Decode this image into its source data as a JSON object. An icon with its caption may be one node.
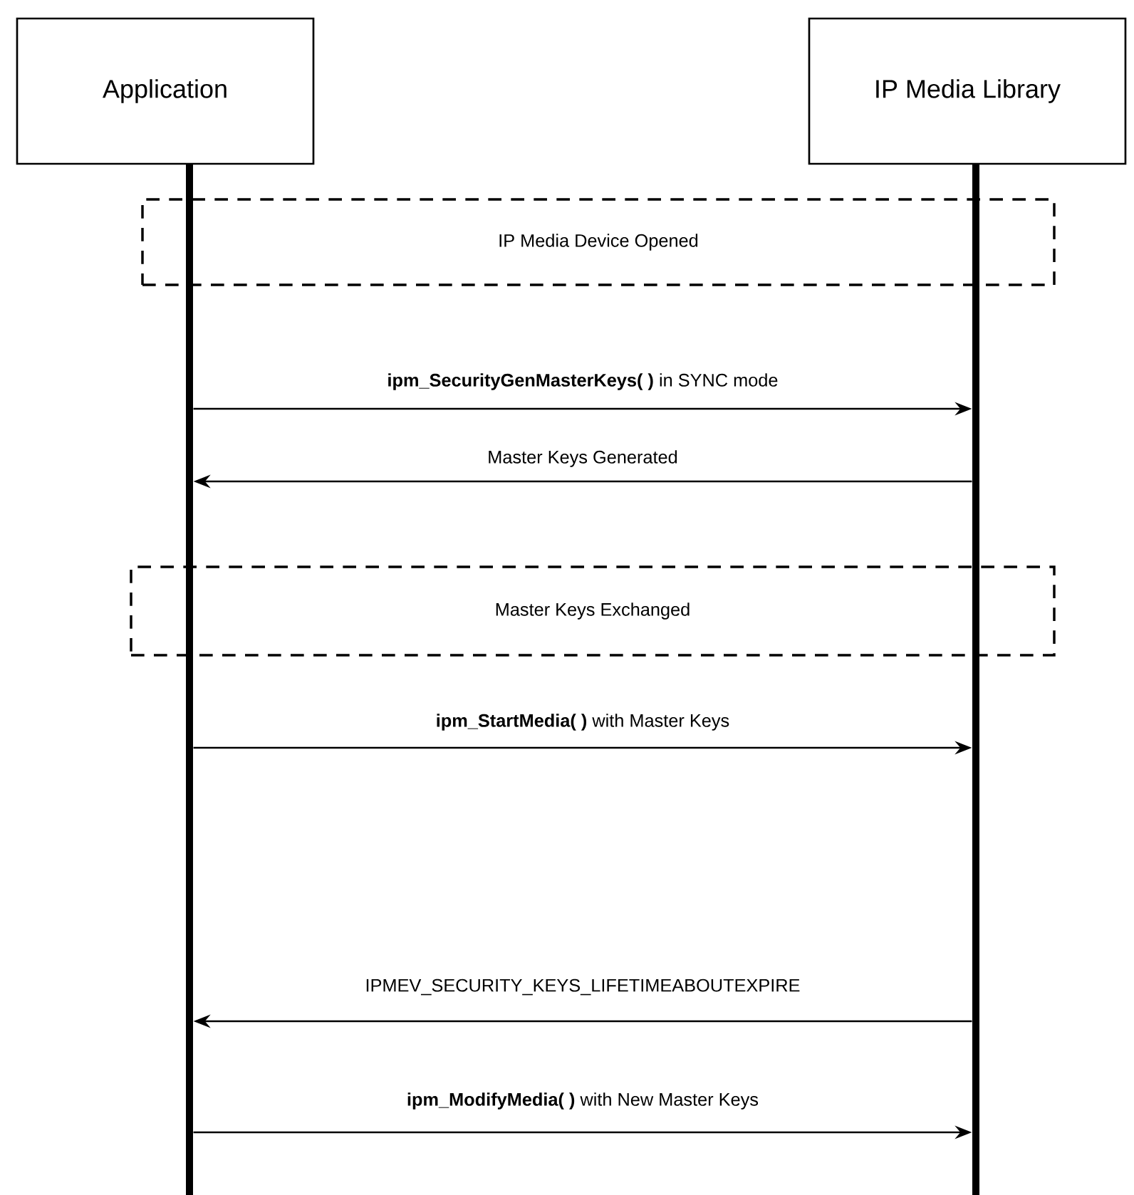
{
  "diagram": {
    "nodes": [
      {
        "text": [
          "Application"
        ]
      },
      {
        "text": [
          "IP Media Library"
        ]
      },
      {
        "text": [],
        "shape": "bar"
      },
      {
        "text": [],
        "shape": "bar"
      },
      {
        "text": [
          "IP Media Device Opened"
        ]
      },
      {
        "text": [
          "Master Keys Exchanged"
        ]
      }
    ],
    "edges": [
      {
        "from": 2,
        "to": 3,
        "arrow": "to",
        "label": "**ipm_SecurityGenMasterKeys( )** in SYNC mode"
      },
      {
        "from": 3,
        "to": 2,
        "arrow": "to",
        "label": "Master Keys Generated"
      },
      {
        "from": 2,
        "to": 3,
        "arrow": "to",
        "label": "**ipm_StartMedia( )** with Master Keys"
      },
      {
        "from": 3,
        "to": 2,
        "arrow": "to",
        "label": "IPMEV_SECURITY_KEYS_LIFETIMEABOUTEXPIRE"
      },
      {
        "from": 2,
        "to": 3,
        "arrow": "to",
        "label": "**ipm_ModifyMedia( )** with New Master Keys"
      }
    ]
  }
}
